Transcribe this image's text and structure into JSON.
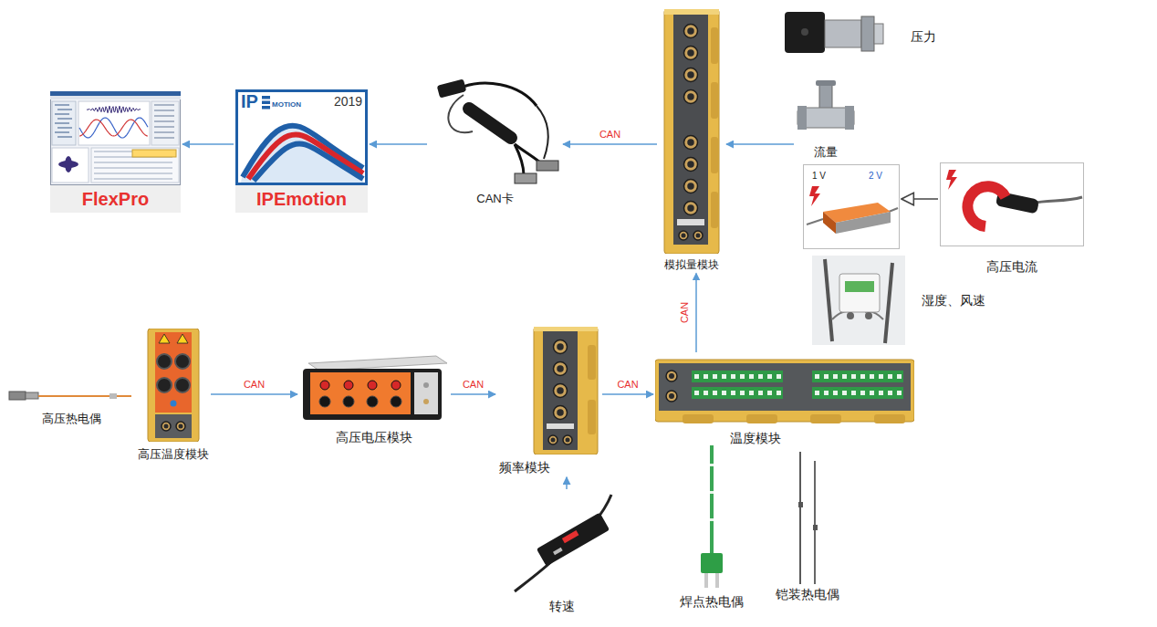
{
  "diagram": {
    "nodes": [
      {
        "text": [
          "FlexPro"
        ]
      },
      {
        "text": [
          "IPEmotion"
        ]
      },
      {
        "text": [
          "CAN卡"
        ]
      },
      {
        "text": [
          "模拟量模块"
        ]
      },
      {
        "text": [
          "压力"
        ]
      },
      {
        "text": [
          "流量"
        ]
      },
      {
        "text": [
          "高压电流"
        ]
      },
      {
        "text": [
          "1 V",
          "2 V"
        ]
      },
      {
        "text": [
          "湿度、风速"
        ]
      },
      {
        "text": [
          "高压热电偶"
        ]
      },
      {
        "text": [
          "高压温度模块"
        ]
      },
      {
        "text": [
          "高压电压模块"
        ]
      },
      {
        "text": [
          "频率模块"
        ]
      },
      {
        "text": [
          "温度模块"
        ]
      },
      {
        "text": [
          "转速"
        ]
      },
      {
        "text": [
          "焊点热电偶"
        ]
      },
      {
        "text": [
          "铠装热电偶"
        ]
      }
    ],
    "edges": [
      {
        "from": 3,
        "to": 2,
        "label": "CAN",
        "arrow": "to"
      },
      {
        "from": 2,
        "to": 1,
        "arrow": "to"
      },
      {
        "from": 1,
        "to": 0,
        "arrow": "to"
      },
      {
        "from": 5,
        "to": 3,
        "arrow": "to"
      },
      {
        "from": 6,
        "to": 7,
        "arrow": "to"
      },
      {
        "from": 10,
        "to": 11,
        "label": "CAN",
        "arrow": "to"
      },
      {
        "from": 11,
        "to": 12,
        "label": "CAN",
        "arrow": "to"
      },
      {
        "from": 12,
        "to": 13,
        "label": "CAN",
        "arrow": "to"
      },
      {
        "from": 13,
        "to": 3,
        "label": "CAN",
        "arrow": "to"
      },
      {
        "from": 14,
        "to": 12,
        "arrow": "to"
      }
    ],
    "labels": [
      "IP",
      "MOTION",
      "2019"
    ]
  }
}
